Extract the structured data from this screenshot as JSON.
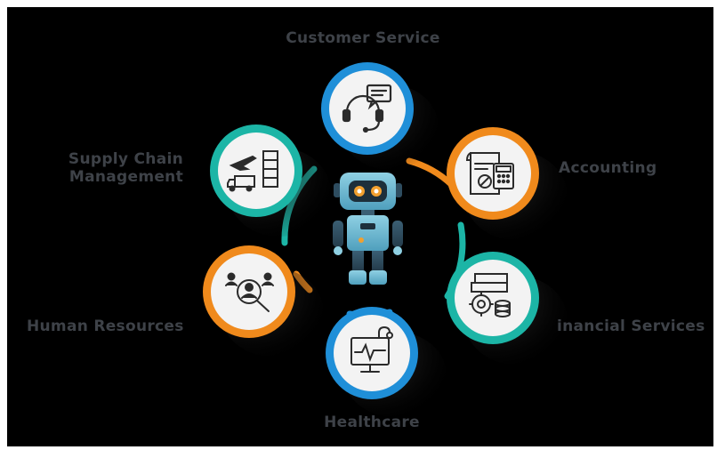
{
  "diagram": {
    "hub": {
      "icon": "robot-icon"
    },
    "nodes": [
      {
        "id": "customer-service",
        "label": "Customer Service",
        "icon": "headset-chat-icon",
        "ring_color": "#1f8fd8"
      },
      {
        "id": "accounting",
        "label": "Accounting",
        "icon": "ledger-calculator-icon",
        "ring_color": "#f08a1c"
      },
      {
        "id": "financial-services",
        "label": "inancial Services",
        "icon": "money-gear-coins-icon",
        "ring_color": "#1cb5a6"
      },
      {
        "id": "healthcare",
        "label": "Healthcare",
        "icon": "monitor-stethoscope-icon",
        "ring_color": "#1f8fd8"
      },
      {
        "id": "human-resources",
        "label": "Human Resources",
        "icon": "people-magnifier-icon",
        "ring_color": "#f08a1c"
      },
      {
        "id": "supply-chain",
        "label_line1": "Supply Chain",
        "label_line2": "Management",
        "icon": "plane-truck-boxes-icon",
        "ring_color": "#1cb5a6"
      }
    ],
    "colors": {
      "background": "#000000",
      "label_text": "#3e4248",
      "teal": "#1cb5a6",
      "orange": "#f08a1c",
      "blue": "#1f8fd8"
    }
  }
}
